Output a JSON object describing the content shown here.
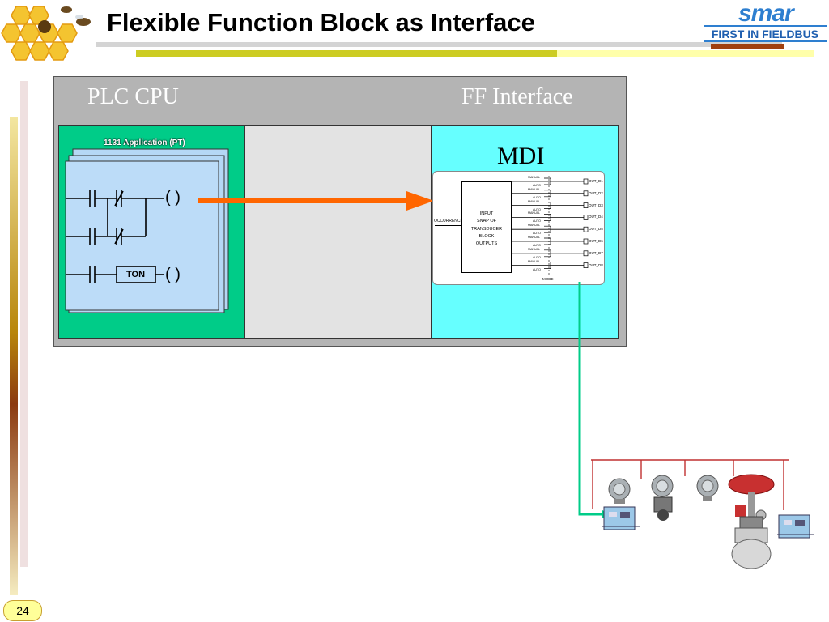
{
  "slide": {
    "title": "Flexible Function Block as Interface",
    "page_number": "24"
  },
  "logo": {
    "word": "smar",
    "tagline": "FIRST IN FIELDBUS"
  },
  "diagram": {
    "left_header": "PLC CPU",
    "right_header": "FF Interface",
    "mdi_label": "MDI",
    "application_title": "1131 Application (PT)",
    "ton_label": "TON",
    "coil_symbol": "( )",
    "block": {
      "input_label": "OCCURRENCE",
      "center_lines": [
        "INPUT",
        "SNAP OF",
        "TRANSDUCER",
        "BLOCK",
        "OUTPUTS"
      ],
      "outputs": [
        "OUT_D1",
        "OUT_D2",
        "OUT_D3",
        "OUT_D4",
        "OUT_D5",
        "OUT_D6",
        "OUT_D7",
        "OUT_D8"
      ],
      "switch_top": "MANUAL",
      "switch_bottom": "AUTO",
      "mode_label": "MODE"
    }
  },
  "colors": {
    "plc_panel": "#00cc88",
    "ff_panel": "#66ffff",
    "arrow": "#ff6600",
    "link": "#00cc88",
    "frame": "#b4b4b4"
  }
}
